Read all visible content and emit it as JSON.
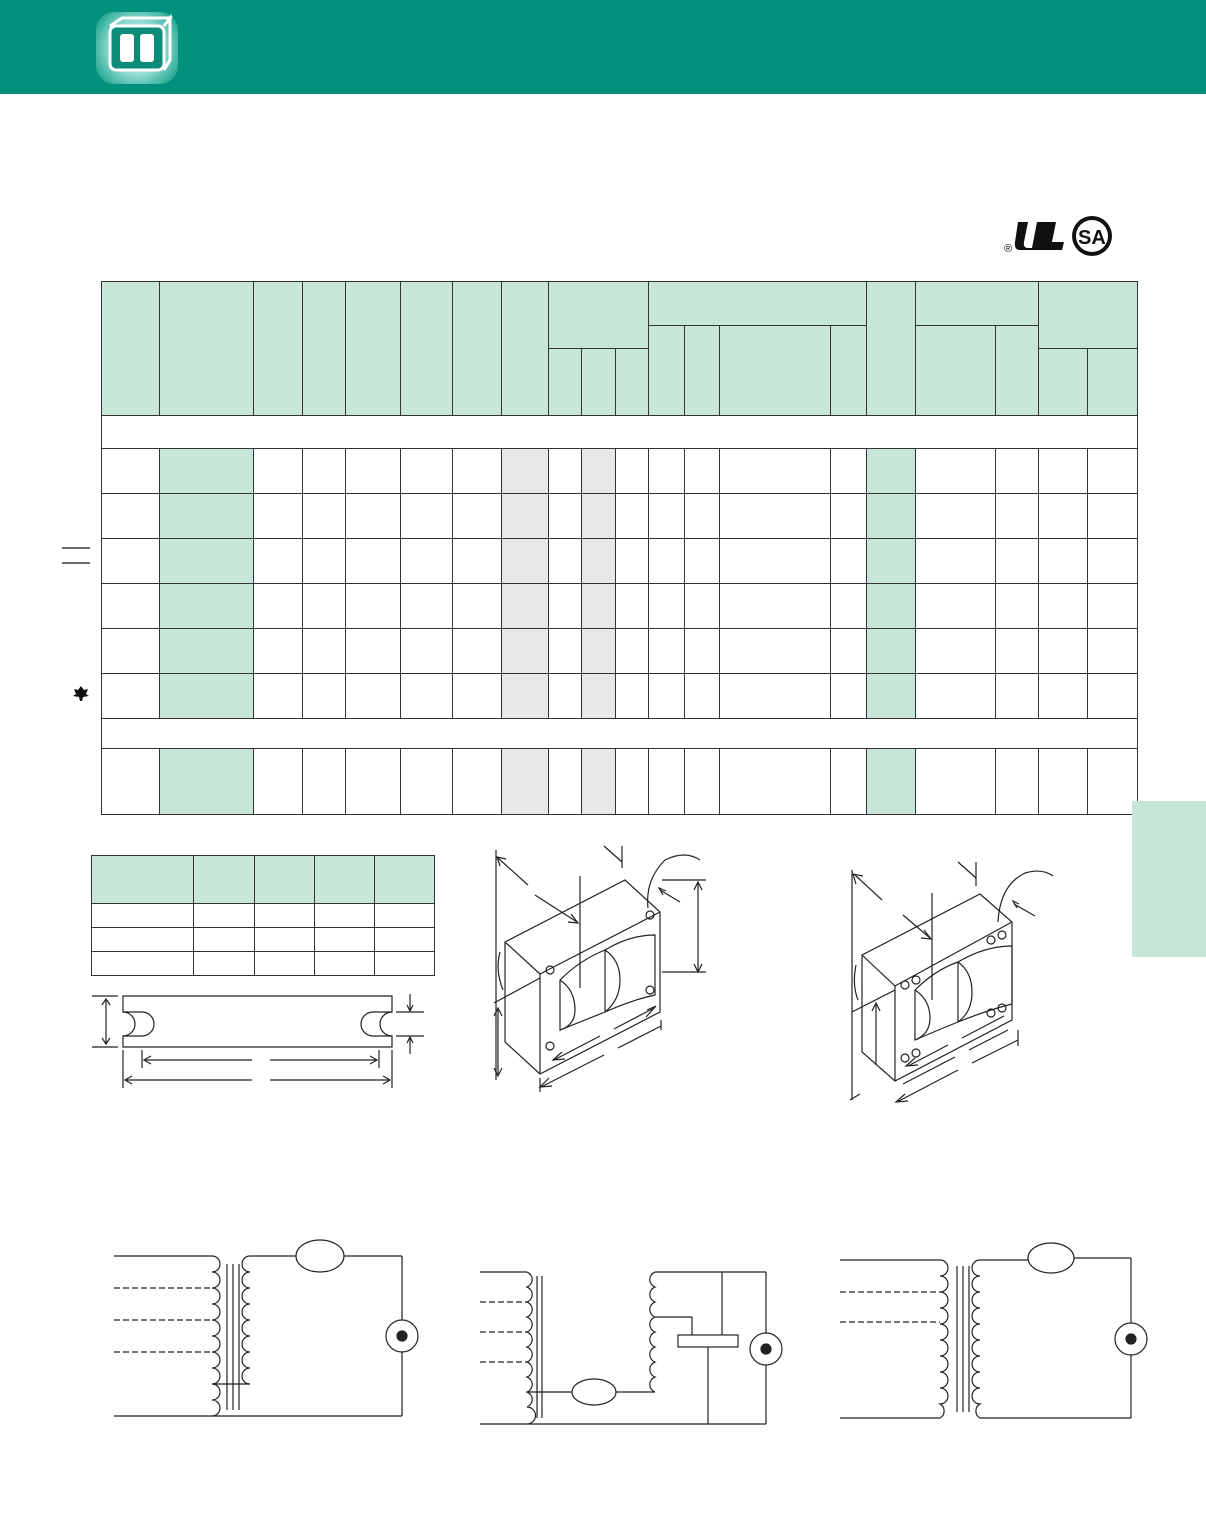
{
  "header": {
    "brand_color": "#00907c",
    "logo_icon": "ballast-transformer-icon"
  },
  "certifications": {
    "ul_mark": "UL",
    "registered_symbol": "®",
    "csa_mark": "SA"
  },
  "colors": {
    "table_header_fill": "#c7e6d7",
    "catalog_column_fill": "#c7e6d7",
    "shaded_column_fill": "#e8e8e8"
  },
  "spec_table": {
    "section_a_rows": 6,
    "section_b_rows": 1
  },
  "row_markers": {
    "row3_marker_icon": "double-line-icon",
    "row6_marker_icon": "maple-leaf-icon"
  },
  "drawings": {
    "mounting_plate": "mounting-plate-drawing",
    "core_coil_single": "core-coil-ballast-drawing",
    "core_coil_dual": "core-coil-ballast-capacitor-drawing",
    "wiring_1": "reactor-wiring-diagram",
    "wiring_2": "lead-peak-wiring-diagram",
    "wiring_3": "autotransformer-wiring-diagram"
  }
}
